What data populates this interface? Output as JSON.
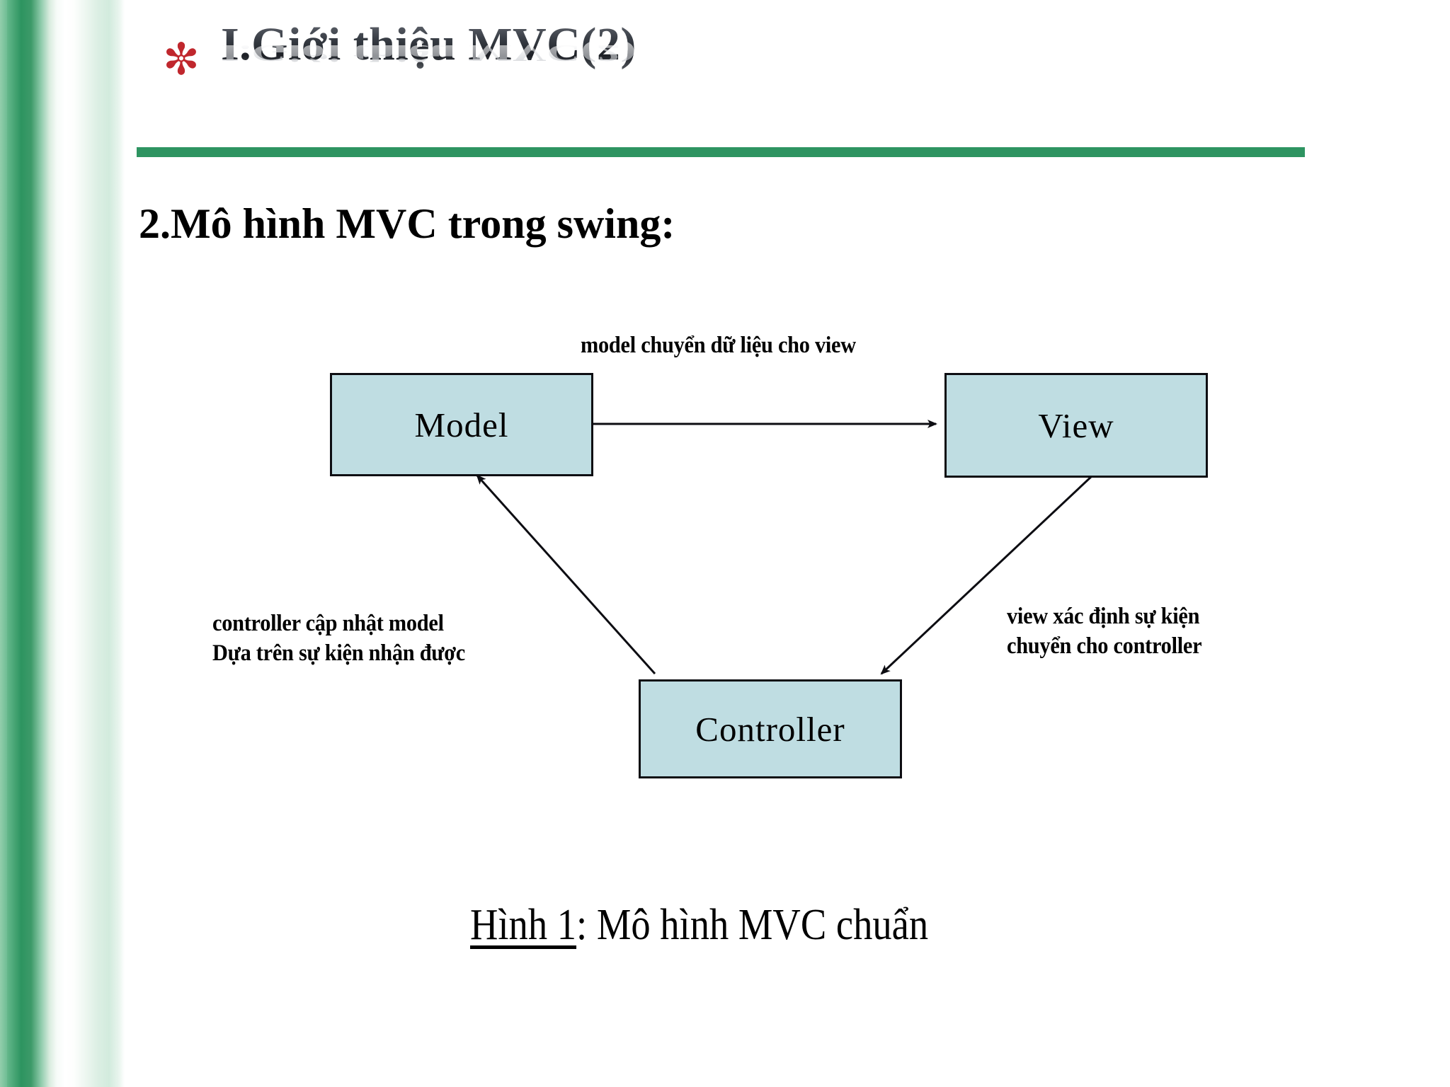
{
  "slide": {
    "bullet_glyph": "✼",
    "title": "I.Giới thiệu MVC(2)",
    "section_heading": "2.Mô hình MVC trong swing:",
    "caption_underlined": "Hình 1",
    "caption_rest": ": Mô hình MVC chuẩn"
  },
  "colors": {
    "accent_green": "#2e9461",
    "bullet_red": "#c0272d",
    "node_fill": "#bfdde2",
    "node_border": "#0d0d12",
    "title_gray": "#3a3f47",
    "background": "#ffffff"
  },
  "diagram": {
    "nodes": [
      {
        "id": "model",
        "label": "Model"
      },
      {
        "id": "view",
        "label": "View"
      },
      {
        "id": "controller",
        "label": "Controller"
      }
    ],
    "edge_labels": {
      "model_to_view": "model chuyển dữ liệu cho view",
      "view_to_controller_line1": "view xác định sự kiện",
      "view_to_controller_line2": "chuyển cho controller",
      "controller_to_model_line1": "controller cập nhật model",
      "controller_to_model_line2": "Dựa trên sự kiện nhận được"
    },
    "edges": [
      {
        "from": "model",
        "to": "view",
        "label_key": "model_to_view"
      },
      {
        "from": "view",
        "to": "controller",
        "label_key": "view_to_controller"
      },
      {
        "from": "controller",
        "to": "model",
        "label_key": "controller_to_model"
      }
    ]
  }
}
